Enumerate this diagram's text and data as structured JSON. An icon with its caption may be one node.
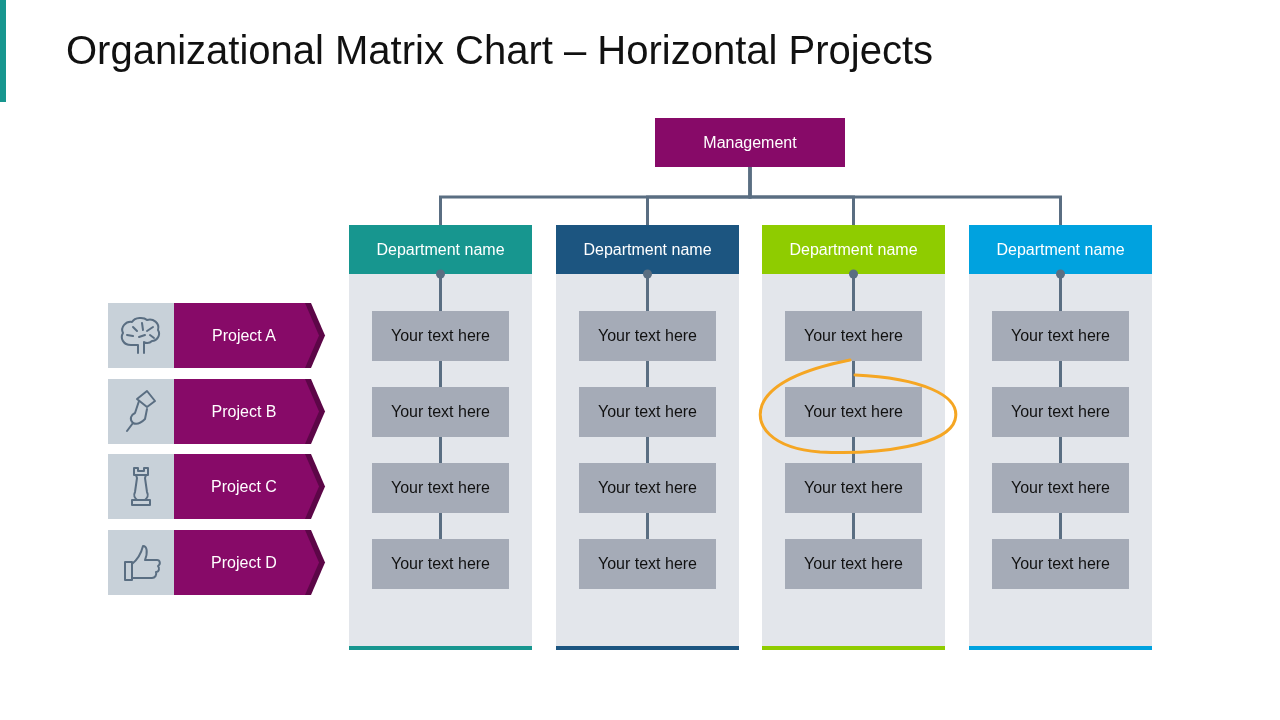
{
  "diagram": {
    "title": "Organizational Matrix Chart – Horizontal Projects",
    "nodes": [
      {
        "text": [
          "Management"
        ]
      },
      {
        "text": [
          "Department name"
        ]
      },
      {
        "text": [
          "Your text here"
        ]
      },
      {
        "text": [
          "Your text here"
        ]
      },
      {
        "text": [
          "Your text here"
        ]
      },
      {
        "text": [
          "Your text here"
        ]
      },
      {
        "text": [
          "Department name"
        ]
      },
      {
        "text": [
          "Your text here"
        ]
      },
      {
        "text": [
          "Your text here"
        ]
      },
      {
        "text": [
          "Your text here"
        ]
      },
      {
        "text": [
          "Your text here"
        ]
      },
      {
        "text": [
          "Department name"
        ]
      },
      {
        "text": [
          "Your text here"
        ]
      },
      {
        "text": [
          "Your text here"
        ]
      },
      {
        "text": [
          "Your text here"
        ]
      },
      {
        "text": [
          "Your text here"
        ]
      },
      {
        "text": [
          "Department name"
        ]
      },
      {
        "text": [
          "Your text here"
        ]
      },
      {
        "text": [
          "Your text here"
        ]
      },
      {
        "text": [
          "Your text here"
        ]
      },
      {
        "text": [
          "Your text here"
        ]
      },
      {
        "text": [
          "Project A"
        ]
      },
      {
        "text": [
          "Project B"
        ]
      },
      {
        "text": [
          "Project C"
        ]
      },
      {
        "text": [
          "Project D"
        ]
      }
    ],
    "edges": [
      {
        "from": 0,
        "to": 1,
        "arrow": "none"
      },
      {
        "from": 0,
        "to": 6,
        "arrow": "none"
      },
      {
        "from": 0,
        "to": 11,
        "arrow": "none"
      },
      {
        "from": 0,
        "to": 16,
        "arrow": "none"
      },
      {
        "from": 1,
        "to": 2,
        "arrow": "other"
      },
      {
        "from": 2,
        "to": 3,
        "arrow": "none"
      },
      {
        "from": 3,
        "to": 4,
        "arrow": "none"
      },
      {
        "from": 4,
        "to": 5,
        "arrow": "none"
      },
      {
        "from": 6,
        "to": 7,
        "arrow": "other"
      },
      {
        "from": 7,
        "to": 8,
        "arrow": "none"
      },
      {
        "from": 8,
        "to": 9,
        "arrow": "none"
      },
      {
        "from": 9,
        "to": 10,
        "arrow": "none"
      },
      {
        "from": 11,
        "to": 12,
        "arrow": "other"
      },
      {
        "from": 12,
        "to": 13,
        "arrow": "none"
      },
      {
        "from": 13,
        "to": 14,
        "arrow": "none"
      },
      {
        "from": 14,
        "to": 15,
        "arrow": "none"
      },
      {
        "from": 16,
        "to": 17,
        "arrow": "other"
      },
      {
        "from": 17,
        "to": 18,
        "arrow": "none"
      },
      {
        "from": 18,
        "to": 19,
        "arrow": "none"
      },
      {
        "from": 19,
        "to": 20,
        "arrow": "none"
      }
    ]
  }
}
